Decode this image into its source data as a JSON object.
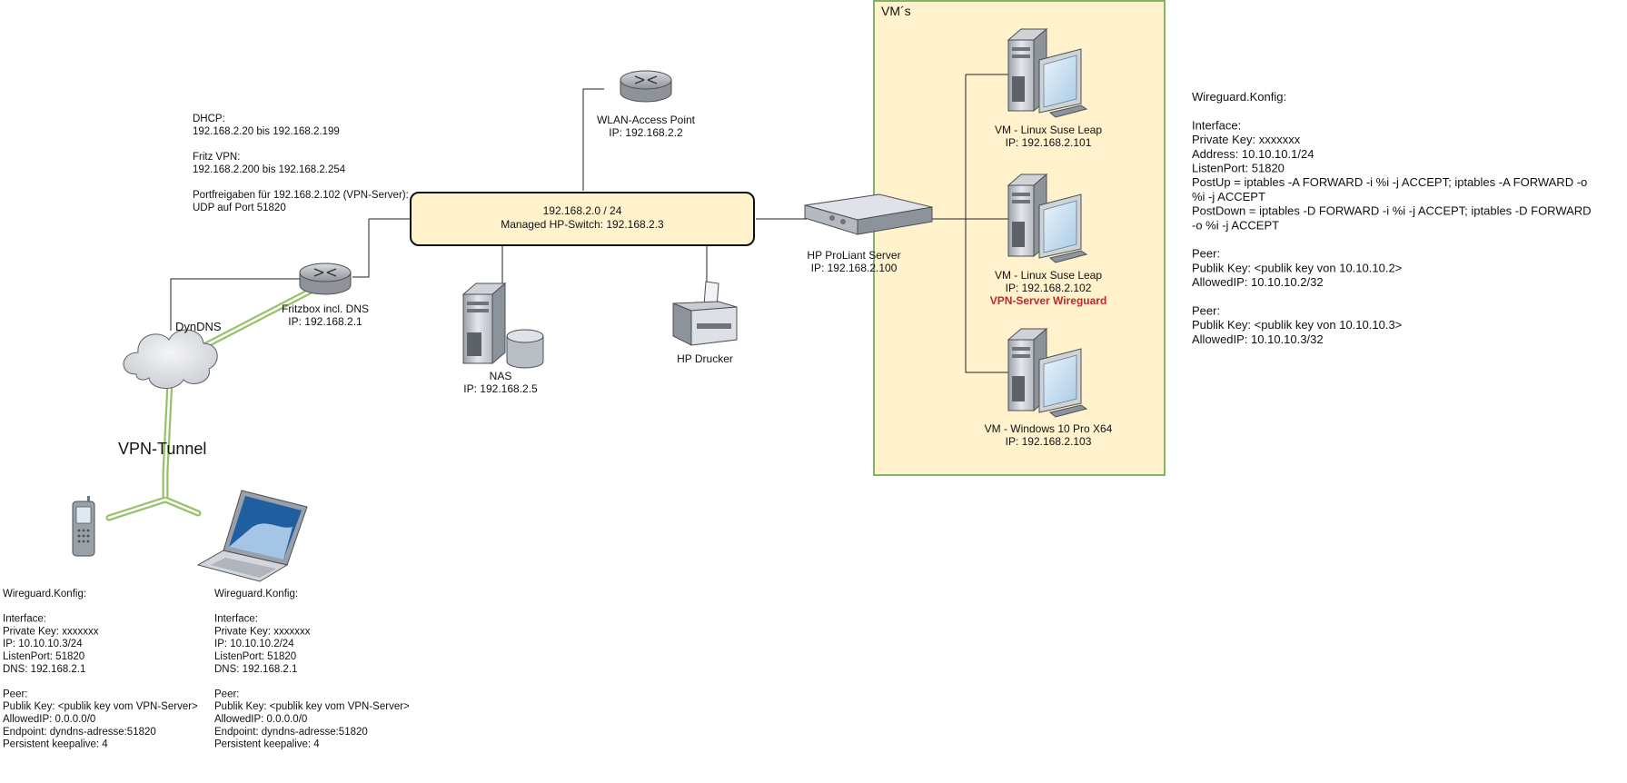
{
  "info_note": [
    "DHCP:",
    "192.168.2.20 bis 192.168.2.199",
    "",
    "Fritz VPN:",
    "192.168.2.200 bis 192.168.2.254",
    "",
    "Portfreigaben für 192.168.2.102 (VPN-Server):",
    "UDP auf Port 51820"
  ],
  "switch": {
    "line1": "192.168.2.0 / 24",
    "line2": "Managed HP-Switch: 192.168.2.3"
  },
  "wlan": {
    "name": "WLAN-Access Point",
    "ip": "IP: 192.168.2.2"
  },
  "fritzbox": {
    "name": "Fritzbox incl. DNS",
    "ip": "IP: 192.168.2.1"
  },
  "dyndns_label": "DynDNS",
  "vpn_tunnel_label": "VPN-Tunnel",
  "nas": {
    "name": "NAS",
    "ip": "IP: 192.168.2.5"
  },
  "printer": {
    "name": "HP Drucker"
  },
  "proliant": {
    "name": "HP ProLiant Server",
    "ip": "IP: 192.168.2.100"
  },
  "vm_group": {
    "title": "VM´s",
    "fill": "#fff2cc",
    "border": "#82b366",
    "vms": [
      {
        "name": "VM - Linux Suse Leap",
        "ip": "IP: 192.168.2.101",
        "note": ""
      },
      {
        "name": "VM - Linux Suse Leap",
        "ip": "IP: 192.168.2.102",
        "note": "VPN-Server Wireguard"
      },
      {
        "name": "VM - Windows 10 Pro X64",
        "ip": "IP: 192.168.2.103",
        "note": ""
      }
    ]
  },
  "server_config": [
    "Wireguard.Konfig:",
    "",
    "Interface:",
    "Private Key: xxxxxxx",
    "Address: 10.10.10.1/24",
    "ListenPort: 51820",
    "PostUp = iptables -A FORWARD -i %i -j ACCEPT; iptables -A FORWARD -o",
    "%i -j ACCEPT",
    "PostDown = iptables -D FORWARD -i %i -j ACCEPT; iptables -D FORWARD",
    "-o %i -j ACCEPT",
    "",
    "Peer:",
    "Publik Key: <publik key von 10.10.10.2>",
    "AllowedIP: 10.10.10.2/32",
    "",
    "Peer:",
    "Publik Key: <publik key von 10.10.10.3>",
    "AllowedIP: 10.10.10.3/32"
  ],
  "phone_config": [
    "Wireguard.Konfig:",
    "",
    "Interface:",
    "Private Key: xxxxxxx",
    "IP: 10.10.10.3/24",
    "ListenPort: 51820",
    "DNS: 192.168.2.1",
    "",
    "Peer:",
    "Publik Key: <publik key vom VPN-Server>",
    "AllowedIP: 0.0.0.0/0",
    "Endpoint: dyndns-adresse:51820",
    "Persistent keepalive: 4"
  ],
  "laptop_config": [
    "Wireguard.Konfig:",
    "",
    "Interface:",
    "Private Key: xxxxxxx",
    "IP: 10.10.10.2/24",
    "ListenPort: 51820",
    "DNS: 192.168.2.1",
    "",
    "Peer:",
    "Publik Key: <publik key vom VPN-Server>",
    "AllowedIP: 0.0.0.0/0",
    "Endpoint: dyndns-adresse:51820",
    "Persistent keepalive: 4"
  ],
  "colors": {
    "switch_fill": "#fff2cc",
    "tunnel": "#97c26b",
    "vpn_server_text": "#c0282b"
  }
}
